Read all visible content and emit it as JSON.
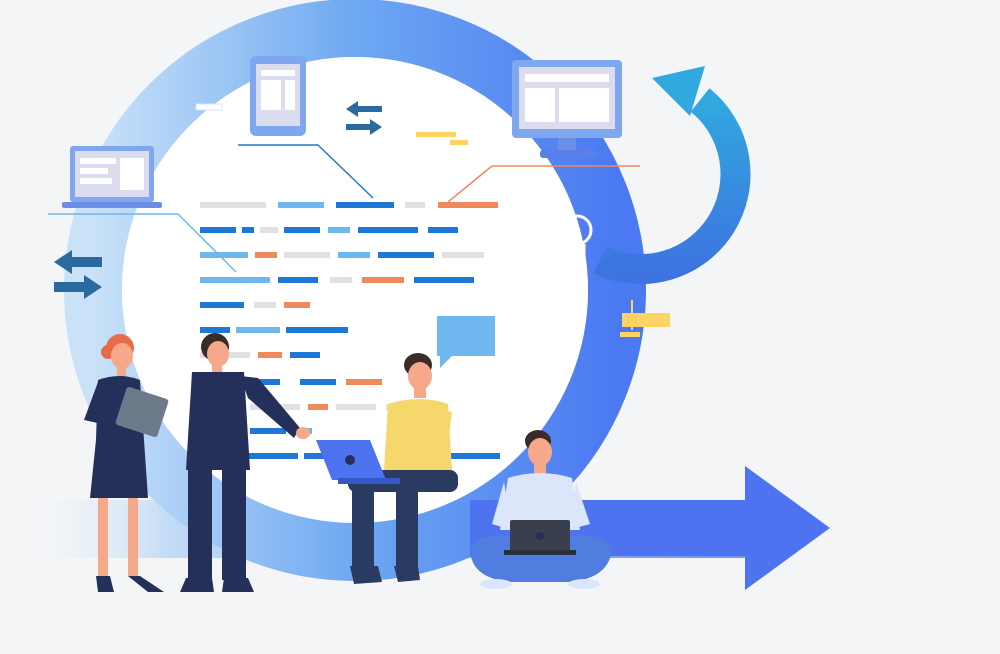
{
  "colors": {
    "background": "#f4f5f7",
    "arrow_light": "#c9e2f8",
    "arrow_mid": "#6ea8f2",
    "arrow_dark": "#4a79f2",
    "arrow_forward": "#4e73f0",
    "return_arrow_start": "#3d74e0",
    "return_arrow_end": "#31a8df",
    "circle_inner": "#ffffff",
    "navy": "#24305a",
    "line_blue": "#1f78d6",
    "line_light_blue": "#6eb7ef",
    "line_gray": "#e1e1e1",
    "line_orange": "#ef8a5c",
    "accent_yellow": "#fbd464",
    "device_frame": "#7ea7f0",
    "device_screen": "#dcdcef",
    "shirt_yellow": "#f6d76c",
    "shirt_light": "#dbe6fa",
    "skin": "#f5a98a",
    "hair_dark": "#3a2d27",
    "hair_red": "#e76d4a",
    "jeans": "#4f7de0",
    "pants_dark": "#2a3b62",
    "bubble": "#6eb7ef"
  },
  "icons": [
    "laptop-icon",
    "tablet-icon",
    "monitor-icon",
    "swap-arrows-icon",
    "lightbulb-icon",
    "speech-bubble-icon",
    "forward-arrow-icon",
    "return-arrow-icon"
  ],
  "people": [
    "woman-with-tablet",
    "man-pointing",
    "man-sitting-with-laptop",
    "man-cross-legged-with-laptop"
  ]
}
